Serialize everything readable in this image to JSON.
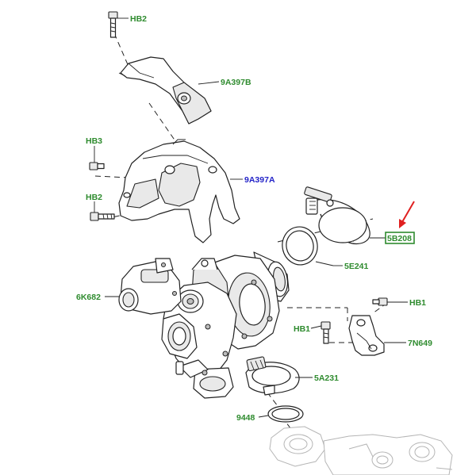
{
  "colors": {
    "label_green": "#2e8b2e",
    "label_blue": "#2323c8",
    "highlight_box": "#2e8b2e",
    "arrow_red": "#e02020",
    "line": "#222222"
  },
  "labels": {
    "hb2_top": "HB2",
    "p9a397b": "9A397B",
    "hb3": "HB3",
    "p9a397a": "9A397A",
    "hb2_mid": "HB2",
    "p5b208": "5B208",
    "p5e241": "5E241",
    "p6k682": "6K682",
    "hb1_right": "HB1",
    "hb1_mid": "HB1",
    "p7n649": "7N649",
    "p5a231": "5A231",
    "p9448": "9448"
  },
  "icons": {
    "pointer": "red-arrow-icon"
  }
}
